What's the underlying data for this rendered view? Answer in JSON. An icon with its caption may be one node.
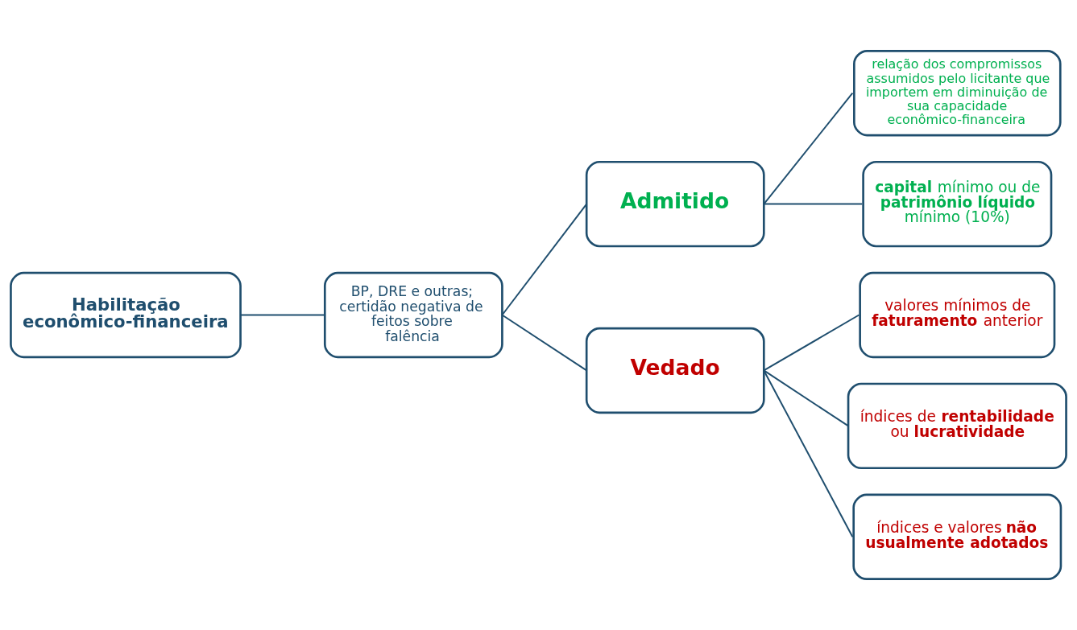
{
  "diagram": {
    "nodes": [
      {
        "text": [
          "Habilitação econômico-financeira"
        ]
      },
      {
        "text": [
          "BP, DRE e outras; certidão negativa de feitos sobre falência"
        ]
      },
      {
        "text": [
          "Admitido"
        ]
      },
      {
        "text": [
          "Vedado"
        ]
      },
      {
        "text": [
          "relação dos compromissos assumidos pelo licitante que importem em diminuição de sua capacidade econômico-financeira"
        ]
      },
      {
        "text": [
          "**capital** mínimo ou de **patrimônio líquido** mínimo (10%)"
        ]
      },
      {
        "text": [
          "valores mínimos de **faturamento** anterior"
        ]
      },
      {
        "text": [
          "índices de **rentabilidade** ou **lucratividade**"
        ]
      },
      {
        "text": [
          "índices e valores **não usualmente adotados**"
        ]
      }
    ],
    "edges": [
      {
        "from": 0,
        "to": 1,
        "arrow": "none"
      },
      {
        "from": 1,
        "to": 2,
        "arrow": "none"
      },
      {
        "from": 1,
        "to": 3,
        "arrow": "none"
      },
      {
        "from": 2,
        "to": 4,
        "arrow": "none"
      },
      {
        "from": 2,
        "to": 5,
        "arrow": "none"
      },
      {
        "from": 3,
        "to": 6,
        "arrow": "none"
      },
      {
        "from": 3,
        "to": 7,
        "arrow": "none"
      },
      {
        "from": 3,
        "to": 8,
        "arrow": "none"
      }
    ]
  }
}
